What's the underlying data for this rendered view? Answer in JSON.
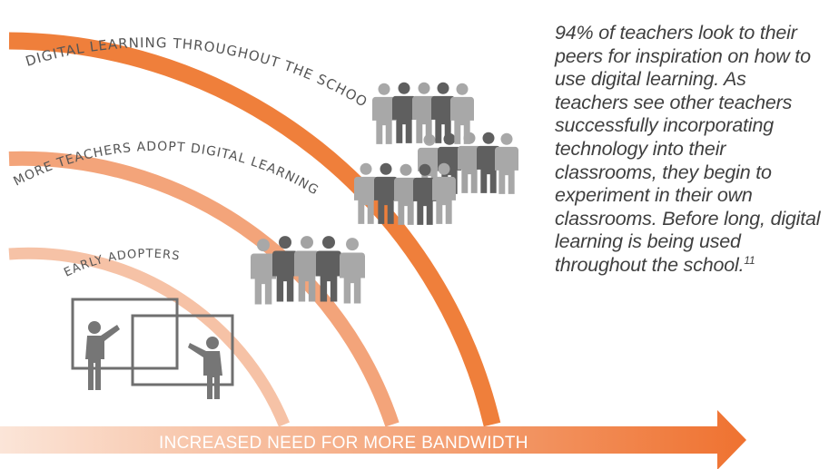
{
  "colors": {
    "outer_arc": "#ef7f3b",
    "middle_arc": "#f3a47a",
    "inner_arc": "#f6c2a6",
    "person_light": "#a7a7a7",
    "person_dark": "#5f5f5f",
    "text": "#3f3f3f",
    "arrow_start": "#fbe1d2",
    "arrow_end": "#ef7230"
  },
  "rings": [
    {
      "label": "DIGITAL LEARNING THROUGHOUT THE SCHOOL"
    },
    {
      "label": "MORE TEACHERS ADOPT DIGITAL LEARNING"
    },
    {
      "label": "EARLY ADOPTERS"
    }
  ],
  "arrow": {
    "label": "INCREASED NEED FOR MORE BANDWIDTH"
  },
  "quote": {
    "text": "94% of teachers look to their peers for inspiration on how to use digital learning. As teachers see other teachers successfully incorporating technology into their classrooms, they begin to experiment in their own classrooms. Before long, digital learning is being used throughout the school.",
    "footnote": "11"
  },
  "icons": {
    "teachers_at_boards": "teacher-at-whiteboard-icon",
    "groups": "people-group-icon"
  }
}
